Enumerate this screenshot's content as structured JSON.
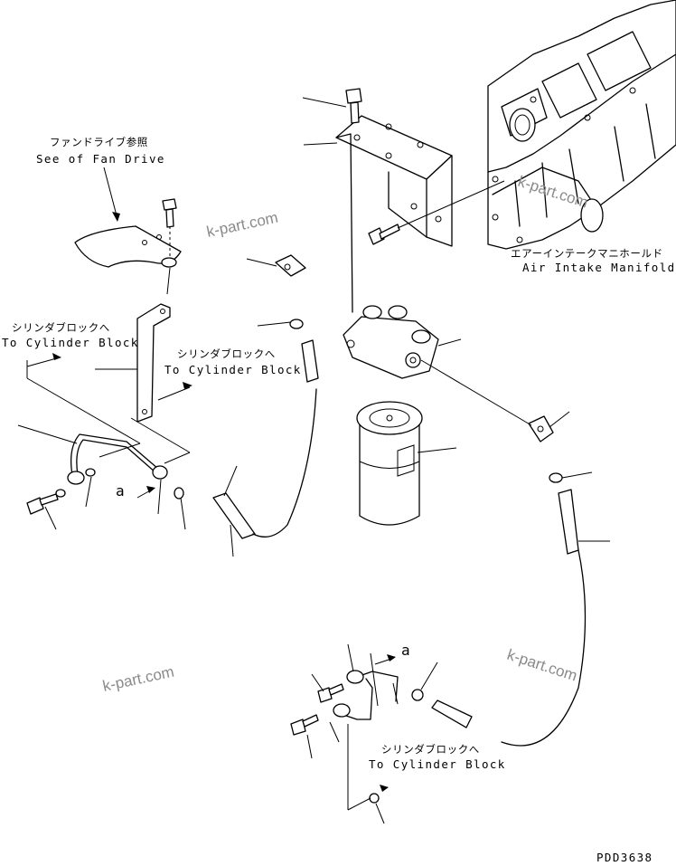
{
  "labels": {
    "fan_drive_jp": "ファンドライブ参照",
    "fan_drive_en": "See of Fan Drive",
    "cyl_block_1_jp": "シリンダブロックへ",
    "cyl_block_1_en": "To Cylinder Block",
    "cyl_block_2_jp": "シリンダブロックへ",
    "cyl_block_2_en": "To Cylinder Block",
    "cyl_block_3_jp": "シリンダブロックへ",
    "cyl_block_3_en": "To Cylinder Block",
    "manifold_jp": "エアーインテークマニホールド",
    "manifold_en": "Air Intake Manifold",
    "ref_a_1": "a",
    "ref_a_2": "a",
    "drawing_code": "PDD3638"
  },
  "watermarks": [
    "k-part.com",
    "k-part.com",
    "k-part.com",
    "k-part.com"
  ]
}
